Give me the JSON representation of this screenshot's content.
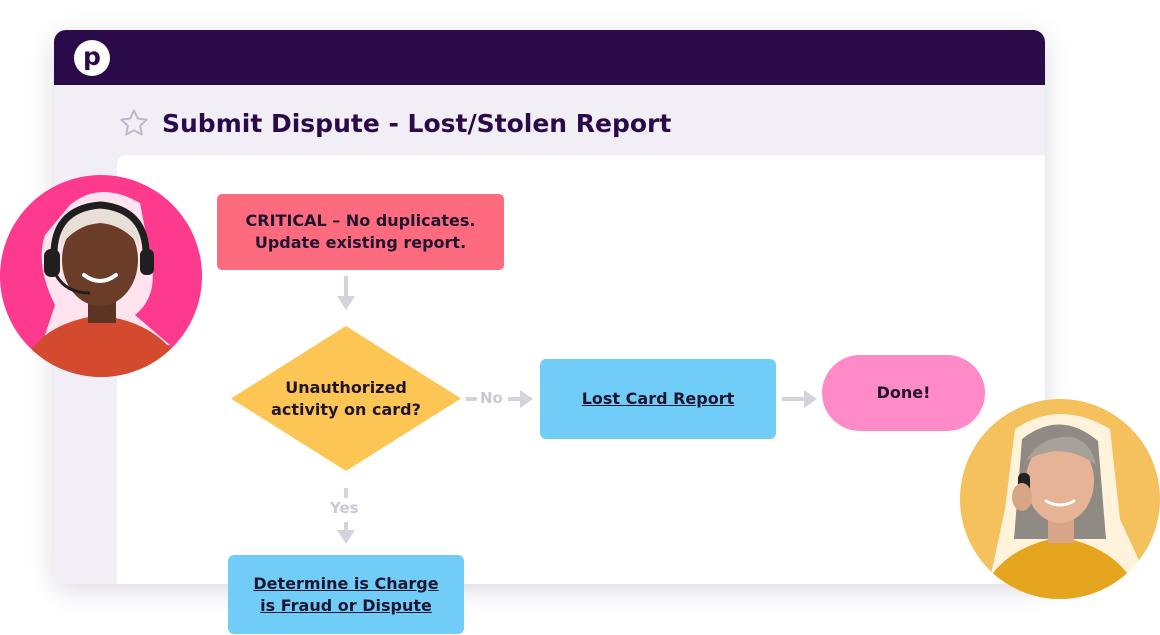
{
  "app": {
    "logo_letter": "p"
  },
  "page": {
    "title": "Submit Dispute - Lost/Stolen Report"
  },
  "flowchart": {
    "nodes": {
      "critical": {
        "line1": "CRITICAL – No duplicates.",
        "line2": "Update existing report."
      },
      "decision": {
        "line1": "Unauthorized",
        "line2": "activity on card?"
      },
      "lost_card": {
        "label": "Lost Card Report"
      },
      "done": {
        "label": "Done!"
      },
      "determine": {
        "line1": "Determine is Charge",
        "line2": "is Fraud or Dispute"
      }
    },
    "edges": {
      "no_label": "No",
      "yes_label": "Yes"
    }
  },
  "colors": {
    "topbar": "#2a0a49",
    "critical": "#fe6b7f",
    "decision": "#fdc654",
    "process": "#70cdf8",
    "terminal": "#ff8ac8",
    "connector": "#d6d2de"
  },
  "icons": {
    "favorite": "star-outline-icon",
    "logo": "app-logo-icon"
  }
}
